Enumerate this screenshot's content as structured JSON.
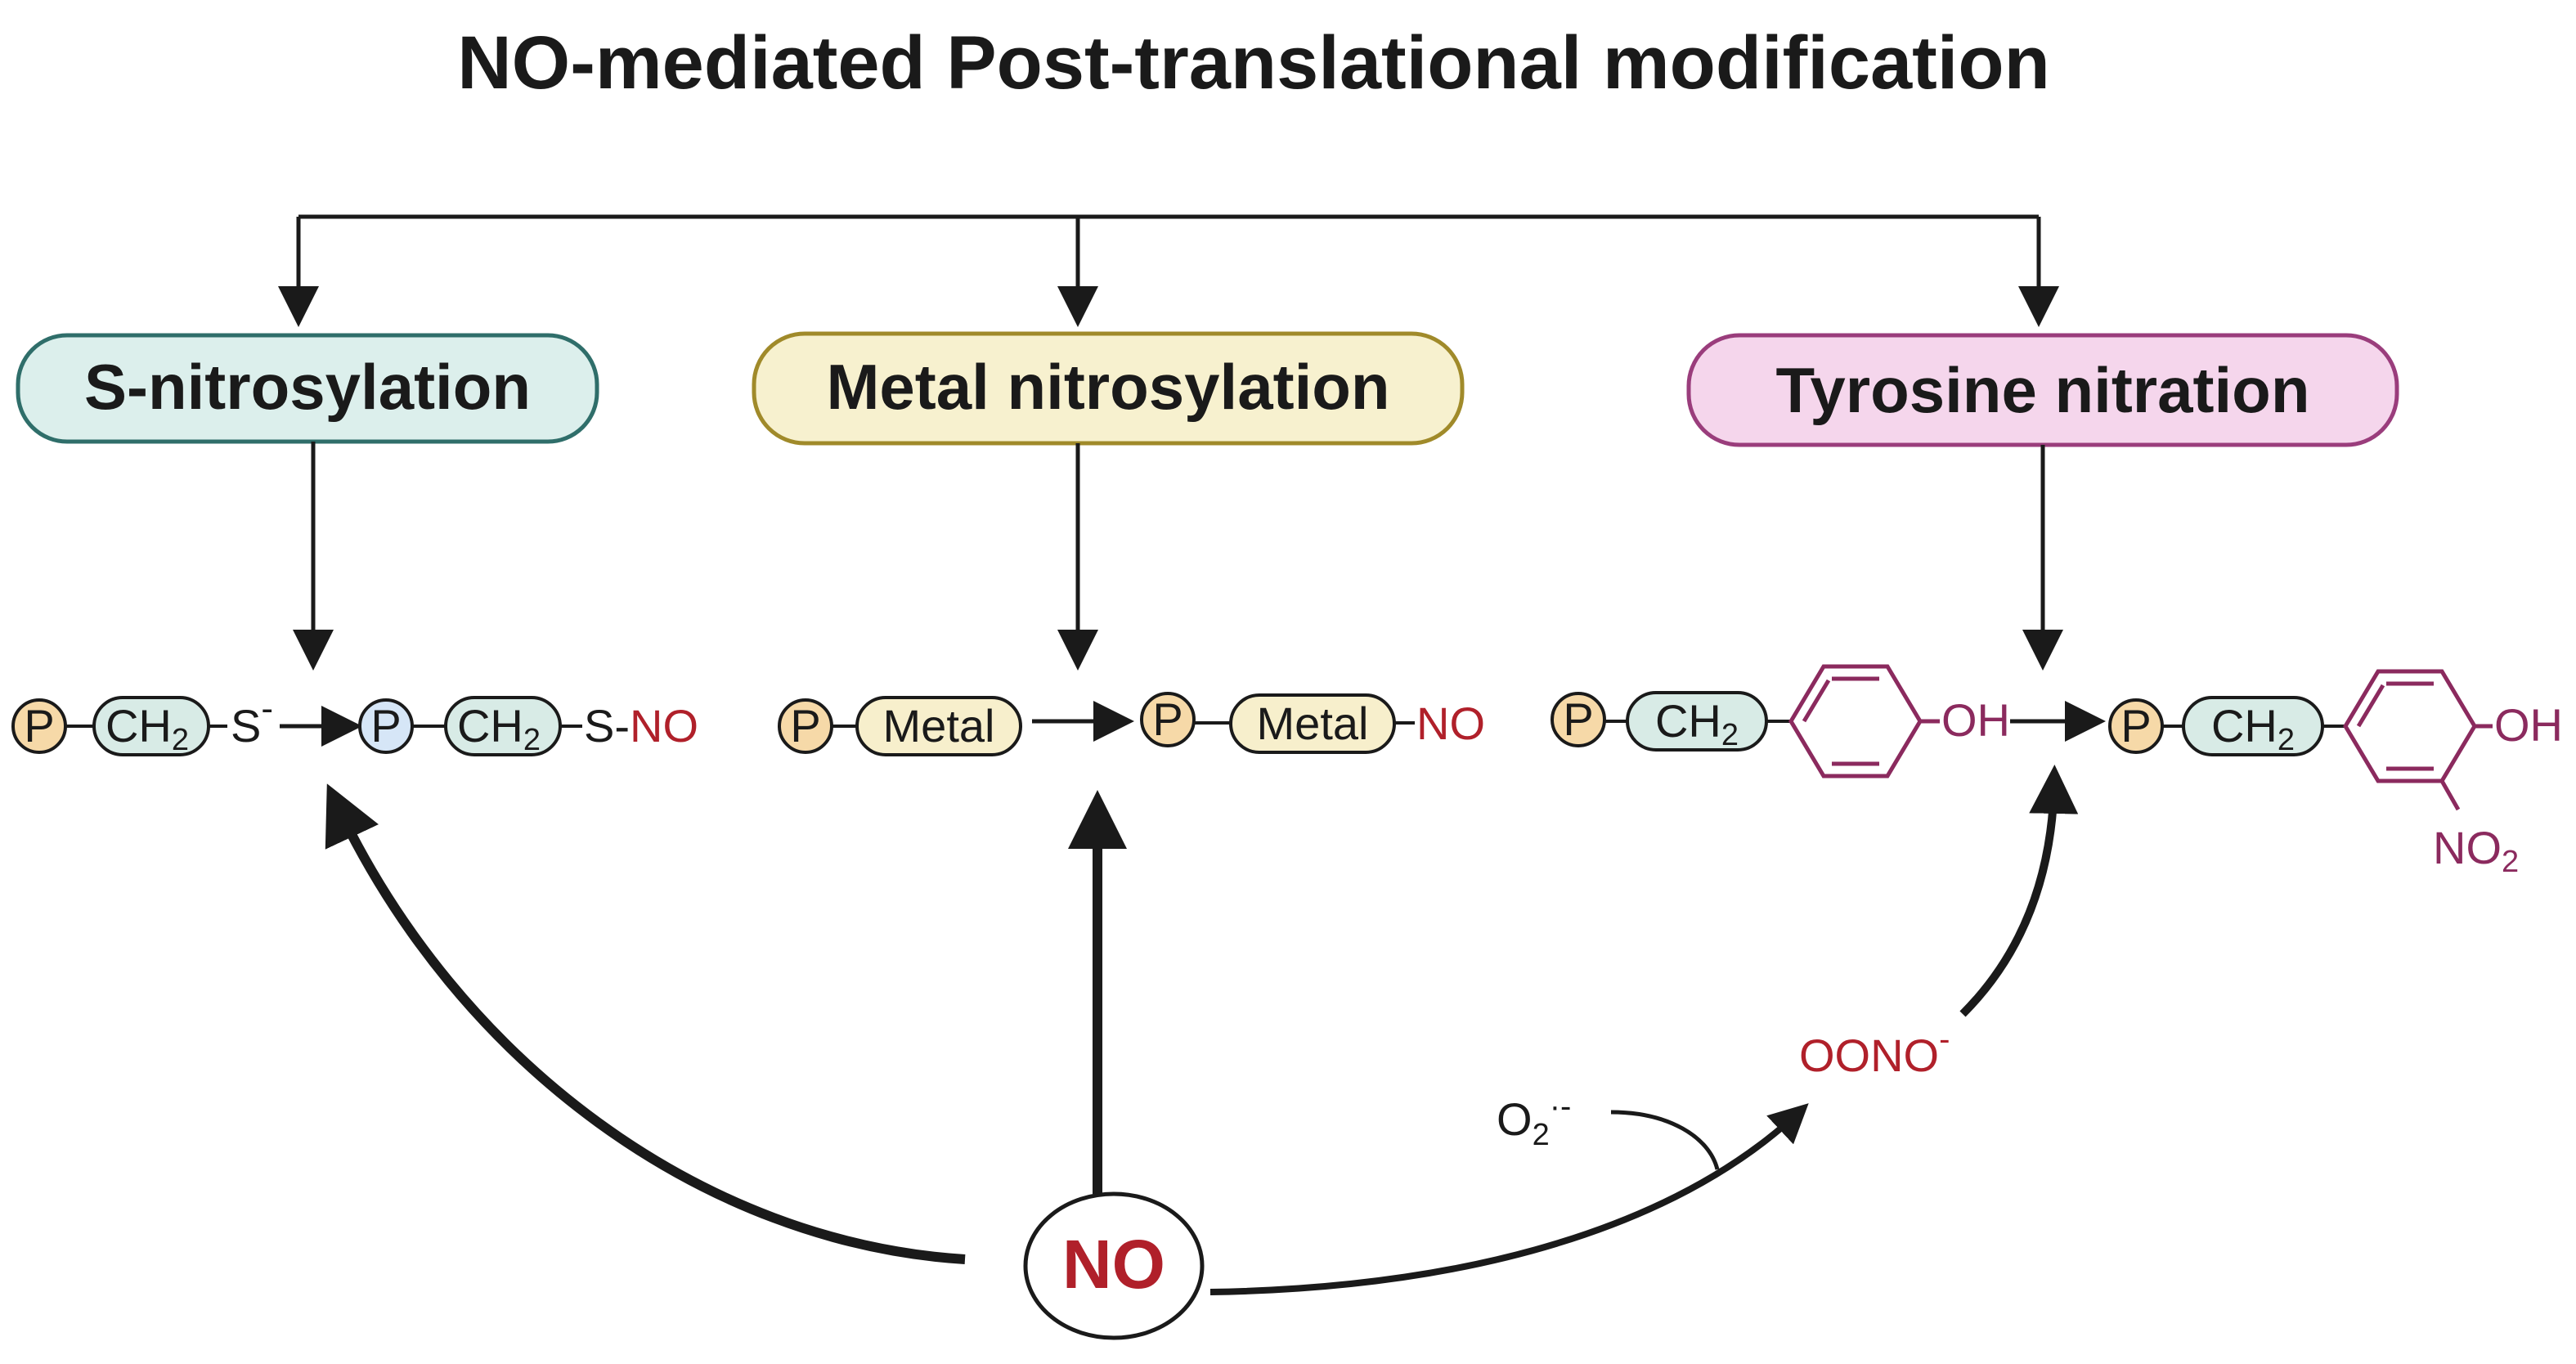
{
  "title": "NO-mediated Post-translational modification",
  "categories": [
    {
      "label": "S-nitrosylation",
      "fill": "#dcefec",
      "stroke": "#2f6e6a"
    },
    {
      "label": "Metal nitrosylation",
      "fill": "#f7f1cf",
      "stroke": "#a08a2a"
    },
    {
      "label": "Tyrosine nitration",
      "fill": "#f5d6ec",
      "stroke": "#9a3d7c"
    }
  ],
  "s_nitrosylation": {
    "p1": "P",
    "ch2a": "CH",
    "ch2a_sub": "2",
    "s_minus": "S",
    "s_minus_sup": "-",
    "p2": "P",
    "ch2b": "CH",
    "ch2b_sub": "2",
    "s_no": "S-",
    "no": "NO"
  },
  "metal_nitrosylation": {
    "p1": "P",
    "metal1": "Metal",
    "p2": "P",
    "metal2": "Metal",
    "no": "NO"
  },
  "tyrosine_nitration": {
    "p1": "P",
    "ch2a": "CH",
    "ch2a_sub": "2",
    "oh1": "OH",
    "p2": "P",
    "ch2b": "CH",
    "ch2b_sub": "2",
    "oh2": "OH",
    "no2": "NO",
    "no2_sub": "2"
  },
  "source": {
    "label": "NO"
  },
  "superoxide": {
    "label": "O",
    "sub": "2",
    "sup": "·-"
  },
  "peroxynitrite": {
    "label": "OONO",
    "sup": "-"
  },
  "colors": {
    "p_circle": "#f6d9a8",
    "p_circle_blue": "#d6e6f7",
    "ch2_pill": "#d8ebe6",
    "metal_pill": "#f7efcc",
    "ring": "#8b2a5e",
    "no_red": "#b0202a"
  }
}
